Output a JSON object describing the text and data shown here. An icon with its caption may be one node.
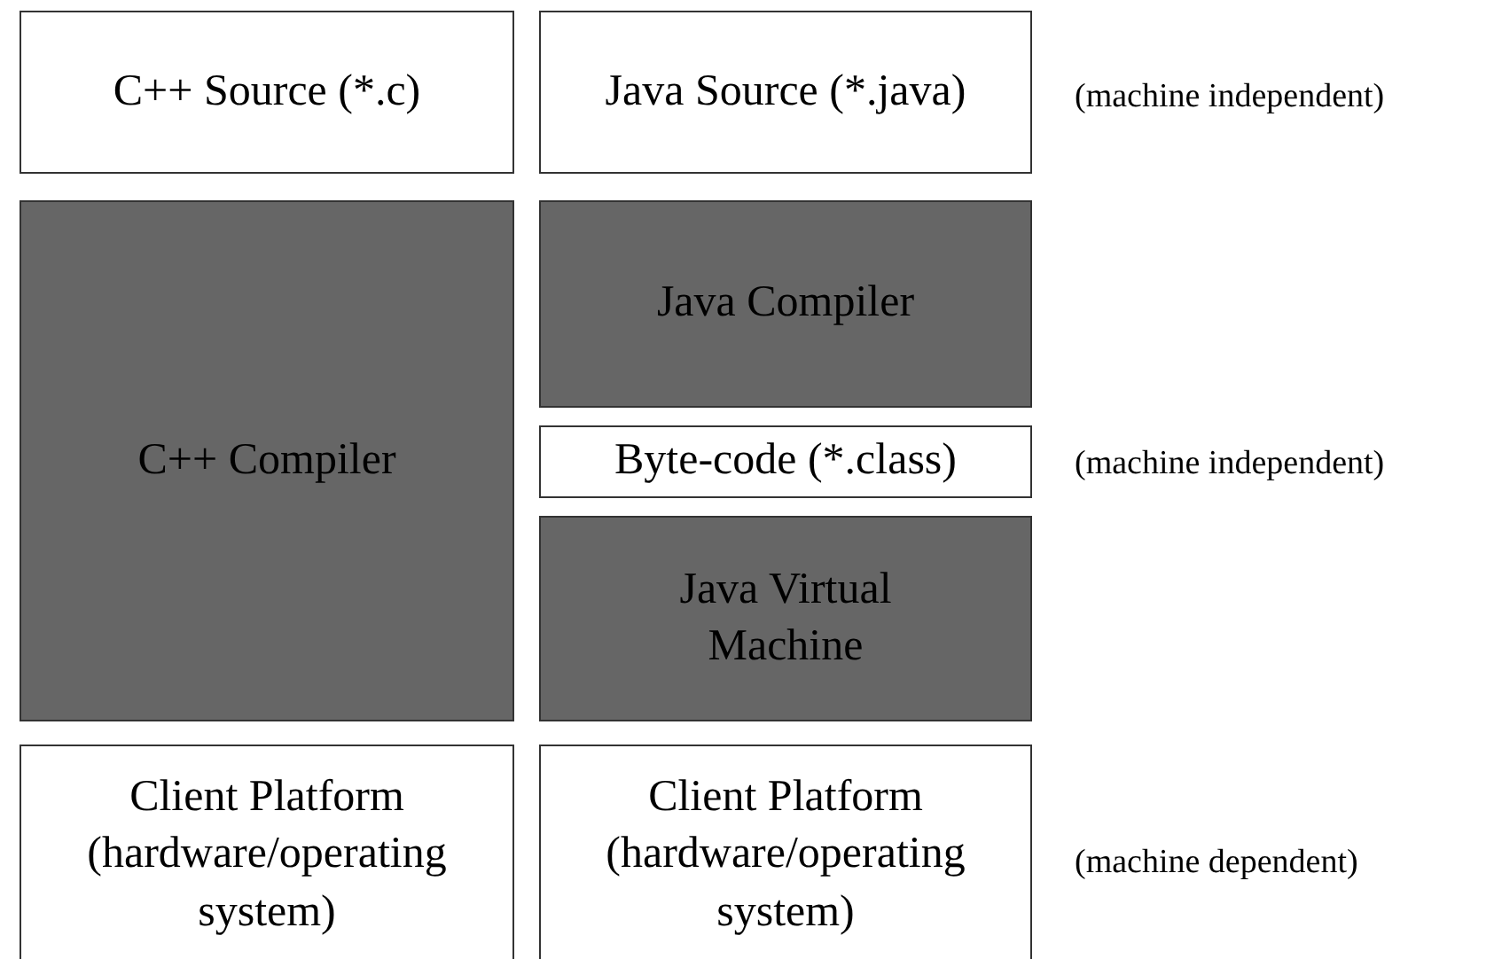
{
  "diagram": {
    "nodes": [
      {
        "text": [
          "C++ Source (*.c)"
        ]
      },
      {
        "text": [
          "Java Source (*.java)"
        ]
      },
      {
        "text": [
          "C++ Compiler"
        ]
      },
      {
        "text": [
          "Java Compiler"
        ]
      },
      {
        "text": [
          "Byte-code (*.class)"
        ]
      },
      {
        "text": [
          "Java Virtual Machine"
        ]
      },
      {
        "text": [
          "Client Platform (hardware/operating system)"
        ]
      },
      {
        "text": [
          "Client Platform (hardware/operating system)"
        ]
      }
    ],
    "labels": [
      "(machine independent)",
      "(machine independent)",
      "(machine dependent)"
    ]
  }
}
